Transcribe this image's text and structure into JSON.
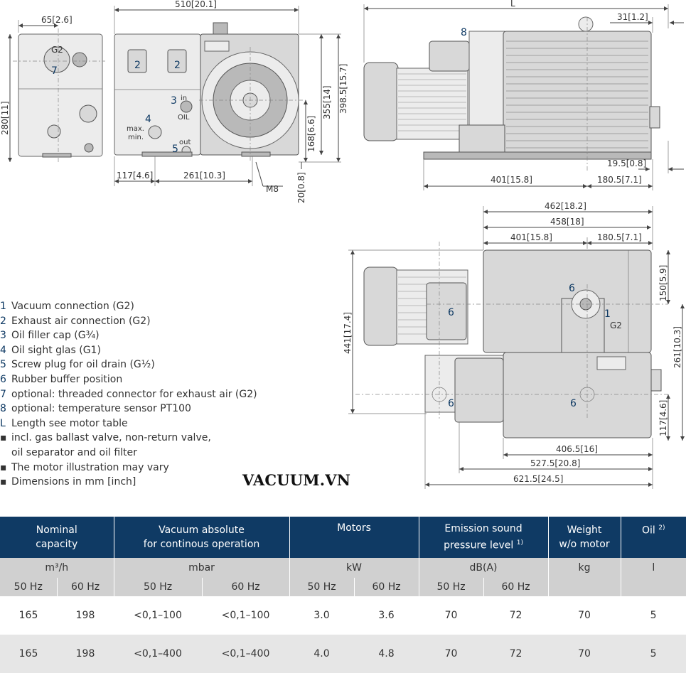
{
  "dimensions": {
    "d65": "65[2.6]",
    "g2": "G2",
    "d510": "510[20.1]",
    "dL": "L",
    "d31": "31[1.2]",
    "d280": "280[11]",
    "d355": "355[14]",
    "d398": "398.5[15.7]",
    "d168": "168[6.6]",
    "d20": "20[0.8]",
    "d117": "117[4.6]",
    "d261h": "261[10.3]",
    "m8": "M8",
    "d19": "19.5[0.8]",
    "d401": "401[15.8]",
    "d180": "180.5[7.1]",
    "d462": "462[18.2]",
    "d458": "458[18]",
    "d401b": "401[15.8]",
    "d180b": "180.5[7.1]",
    "d150": "150[5.9]",
    "d441": "441[17.4]",
    "d261v": "261[10.3]",
    "d117v": "117[4.6]",
    "d406": "406.5[16]",
    "d527": "527.5[20.8]",
    "d621": "621.5[24.5]",
    "in": "in",
    "oil": "OIL",
    "max": "max.",
    "min": "min.",
    "out": "out"
  },
  "callouts": {
    "n1": "1",
    "n2": "2",
    "n3": "3",
    "n4": "4",
    "n5": "5",
    "n6": "6",
    "n7": "7",
    "n8": "8"
  },
  "legend": [
    {
      "key": "1",
      "text": "Vacuum connection (G2)"
    },
    {
      "key": "2",
      "text": "Exhaust air connection (G2)"
    },
    {
      "key": "3",
      "text": "Oil filler cap (G¾)"
    },
    {
      "key": "4",
      "text": "Oil sight glas (G1)"
    },
    {
      "key": "5",
      "text": "Screw plug for oil drain (G½)"
    },
    {
      "key": "6",
      "text": "Rubber buffer position"
    },
    {
      "key": "7",
      "text": "optional: threaded connector for exhaust air (G2)"
    },
    {
      "key": "8",
      "text": "optional: temperature sensor PT100"
    },
    {
      "key": "L",
      "text": "Length see motor table"
    },
    {
      "key": "▪",
      "text": "incl. gas ballast valve, non-return valve,"
    },
    {
      "key": "",
      "text": "oil separator and oil filter"
    },
    {
      "key": "▪",
      "text": "The motor illustration may vary"
    },
    {
      "key": "▪",
      "text": "Dimensions in mm [inch]"
    }
  ],
  "watermark": "VACUUM.VN",
  "table": {
    "headers": {
      "capacity_1": "Nominal",
      "capacity_2": "capacity",
      "vacuum_1": "Vacuum absolute",
      "vacuum_2": "for continous operation",
      "motors": "Motors",
      "sound_1": "Emission sound",
      "sound_2": "pressure level",
      "sound_sup": "1)",
      "weight_1": "Weight",
      "weight_2": "w/o motor",
      "oil": "Oil",
      "oil_sup": "2)"
    },
    "units": {
      "capacity": "m³/h",
      "vacuum": "mbar",
      "motors": "kW",
      "sound": "dB(A)",
      "weight": "kg",
      "oil": "l"
    },
    "freq": {
      "f50": "50 Hz",
      "f60": "60 Hz"
    },
    "rows": [
      [
        "165",
        "198",
        "<0,1–100",
        "<0,1–100",
        "3.0",
        "3.6",
        "70",
        "72",
        "70",
        "5"
      ],
      [
        "165",
        "198",
        "<0,1–400",
        "<0,1–400",
        "4.0",
        "4.8",
        "70",
        "72",
        "70",
        "5"
      ]
    ]
  }
}
